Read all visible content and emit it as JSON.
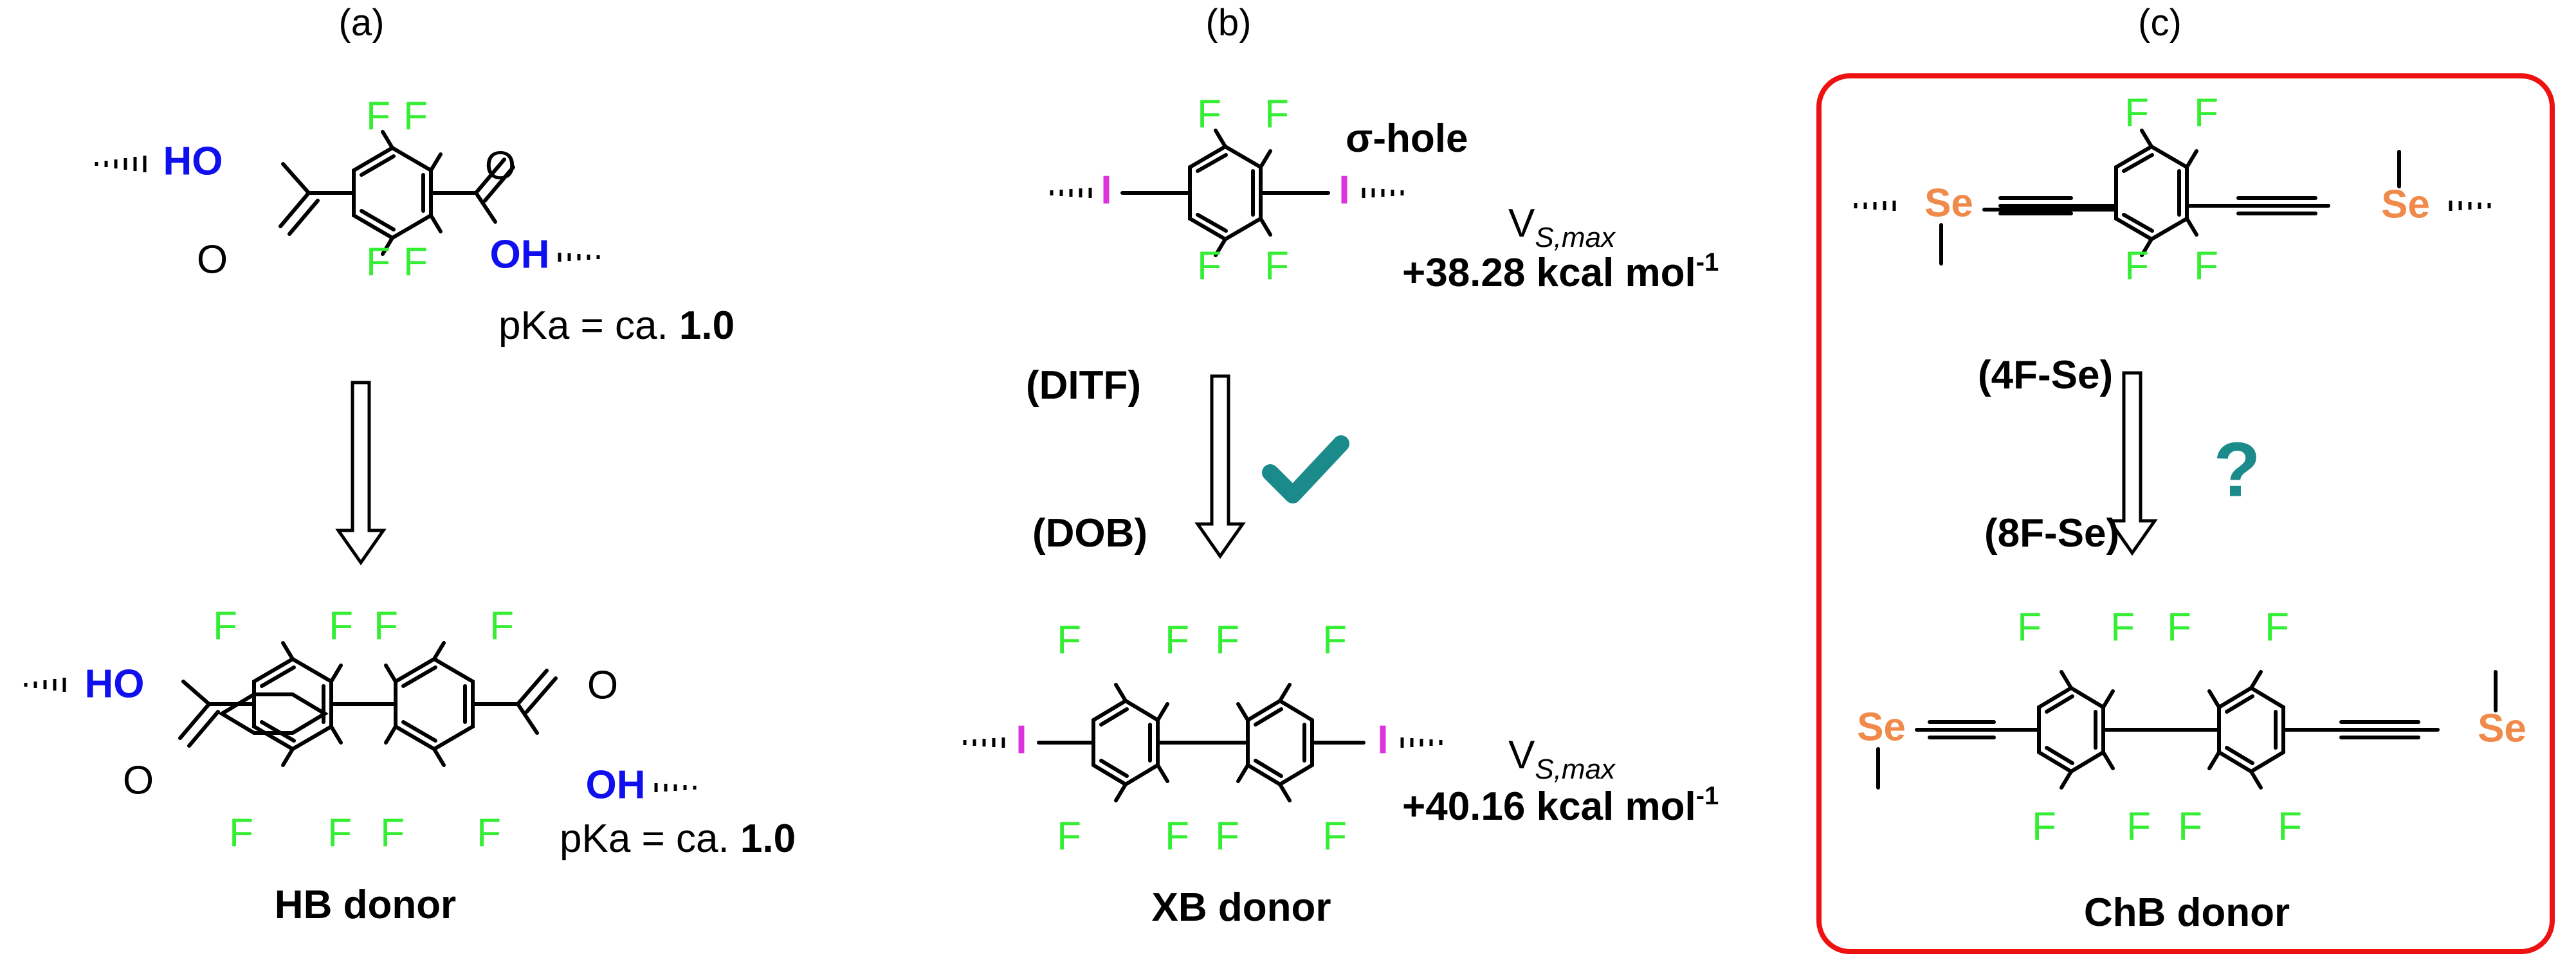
{
  "panels": {
    "a": {
      "label": "(a)",
      "top_pka": "pKa = ca. ",
      "top_pka_value": "1.0",
      "bottom_pka": "pKa = ca. ",
      "bottom_pka_value": "1.0",
      "caption": "HB donor",
      "atoms": {
        "ho": "HO",
        "oh": "OH",
        "o": "O",
        "f": "F"
      }
    },
    "b": {
      "label": "(b)",
      "sigma_hole": "σ-hole",
      "top_v": "V",
      "top_v_sub": "S,max",
      "top_value": "+38.28 kcal mol",
      "top_value_exp": "-1",
      "bottom_v": "V",
      "bottom_v_sub": "S,max",
      "bottom_value": "+40.16 kcal mol",
      "bottom_value_exp": "-1",
      "top_name": "(DITF)",
      "bottom_name": "(DOB)",
      "caption": "XB donor",
      "check_color": "#1a8a8a",
      "atoms": {
        "i": "I",
        "f": "F"
      }
    },
    "c": {
      "label": "(c)",
      "top_name": "(4F-Se)",
      "bottom_name": "(8F-Se)",
      "question": "?",
      "question_color": "#1a8a8a",
      "caption": "ChB donor",
      "frame_color": "#ee1111",
      "atoms": {
        "se": "Se",
        "f": "F"
      }
    }
  },
  "colors": {
    "fluorine": "#33ee33",
    "oxygen_h": "#1010ee",
    "iodine": "#dd33dd",
    "selenium": "#f08a4b"
  }
}
